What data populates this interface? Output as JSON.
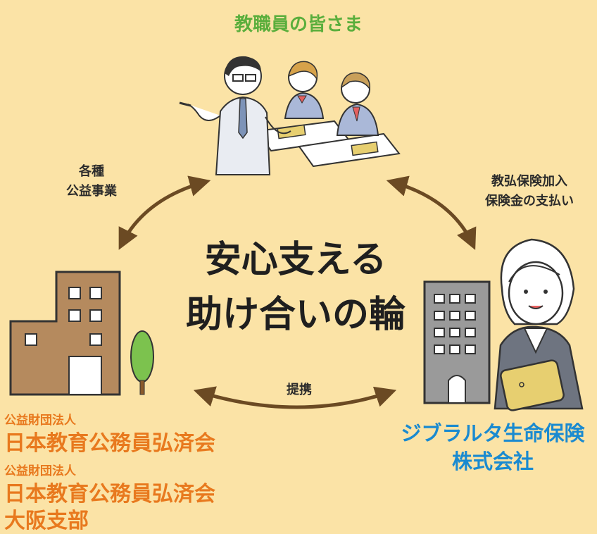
{
  "top": {
    "label": "教職員の皆さま"
  },
  "center": {
    "line1": "安心支える",
    "line2": "助け合いの輪"
  },
  "arrows": {
    "left": {
      "line1": "各種",
      "line2": "公益事業"
    },
    "right": {
      "line1": "教弘保険加入",
      "line2": "保険金の支払い"
    },
    "bottom": {
      "label": "提携"
    }
  },
  "org1": {
    "type": "公益財団法人",
    "name": "日本教育公務員弘済会"
  },
  "org2": {
    "type": "公益財団法人",
    "name": "日本教育公務員弘済会",
    "branch": "大阪支部"
  },
  "gibraltar": {
    "line1": "ジブラルタ生命保険",
    "line2": "株式会社"
  },
  "colors": {
    "background": "#fbe3a6",
    "green_title": "#5aae3c",
    "orange_org": "#e8791e",
    "blue_company": "#1a8ad0",
    "arrow_brown": "#6b4a23"
  }
}
